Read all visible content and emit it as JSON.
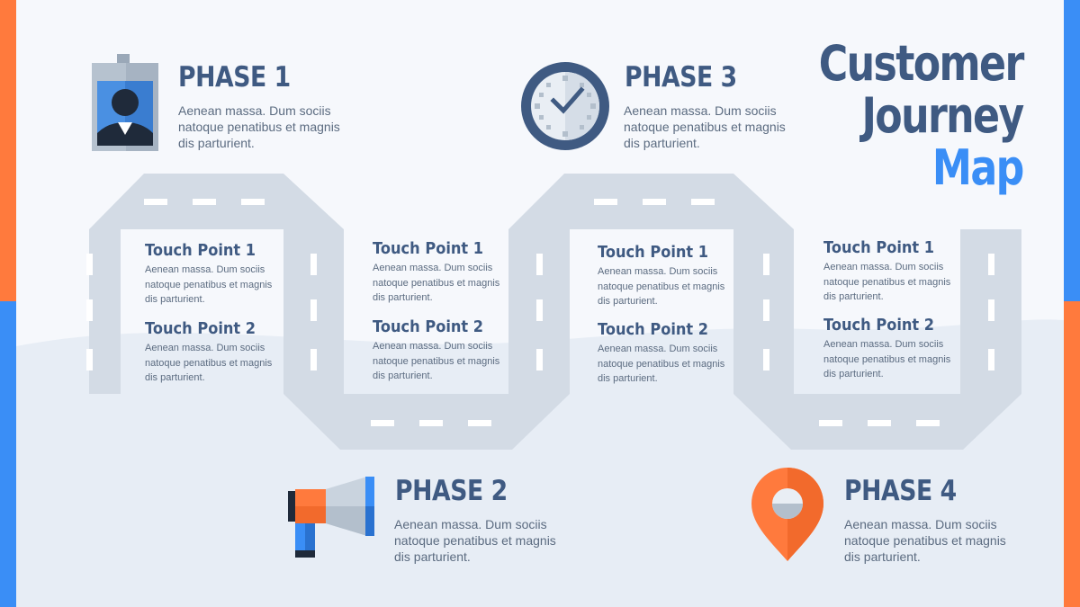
{
  "title": {
    "line1": "Customer",
    "line2": "Journey",
    "line3": "Map"
  },
  "colors": {
    "accent_orange": "#ff7a3d",
    "accent_blue": "#3a8ef6",
    "navy": "#3f5a82",
    "road": "#d3dbe5",
    "text_gray": "#5b6b80"
  },
  "phases": [
    {
      "title": "PHASE 1",
      "desc": "Aenean massa. Dum sociis natoque penatibus et magnis dis parturient.",
      "icon": "id-badge-icon"
    },
    {
      "title": "PHASE 2",
      "desc": "Aenean massa. Dum sociis natoque penatibus et magnis dis parturient.",
      "icon": "megaphone-icon"
    },
    {
      "title": "PHASE 3",
      "desc": "Aenean massa. Dum sociis natoque penatibus et magnis dis parturient.",
      "icon": "clock-icon"
    },
    {
      "title": "PHASE 4",
      "desc": "Aenean massa. Dum sociis natoque penatibus et magnis dis parturient.",
      "icon": "map-pin-icon"
    }
  ],
  "touchpoint_groups": [
    {
      "tp1": {
        "title": "Touch Point 1",
        "desc": "Aenean massa. Dum sociis natoque penatibus et magnis dis parturient."
      },
      "tp2": {
        "title": "Touch Point 2",
        "desc": "Aenean massa. Dum sociis natoque penatibus et magnis dis parturient."
      }
    },
    {
      "tp1": {
        "title": "Touch Point 1",
        "desc": "Aenean massa. Dum sociis natoque penatibus et magnis dis parturient."
      },
      "tp2": {
        "title": "Touch Point 2",
        "desc": "Aenean massa. Dum sociis natoque penatibus et magnis dis parturient."
      }
    },
    {
      "tp1": {
        "title": "Touch Point 1",
        "desc": "Aenean massa. Dum sociis natoque penatibus et magnis dis parturient."
      },
      "tp2": {
        "title": "Touch Point 2",
        "desc": "Aenean massa. Dum sociis natoque penatibus et magnis dis parturient."
      }
    },
    {
      "tp1": {
        "title": "Touch Point 1",
        "desc": "Aenean massa. Dum sociis natoque penatibus et magnis dis parturient."
      },
      "tp2": {
        "title": "Touch Point 2",
        "desc": "Aenean massa. Dum sociis natoque penatibus et magnis dis parturient."
      }
    }
  ]
}
